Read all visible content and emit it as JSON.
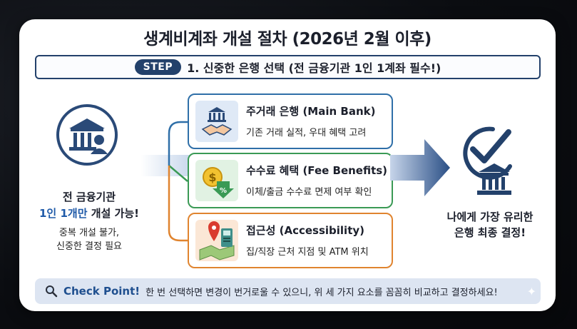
{
  "title": "생계비계좌 개설 절차 (2026년 2월 이후)",
  "step": {
    "badge": "STEP",
    "text": "1. 신중한 은행 선택 (전 금융기관 1인 1계좌 필수!)"
  },
  "left": {
    "line1": "전 금융기관",
    "line2_highlight": "1인 1개만",
    "line2_rest": " 개설 가능!",
    "line3": "중복 개설 불가,",
    "line4": "신중한 결정 필요"
  },
  "options": [
    {
      "title": "주거래 은행 (Main Bank)",
      "desc": "기존 거래 실적, 우대 혜택 고려",
      "icon": "bank-handshake-icon",
      "color": "#2f6fa8"
    },
    {
      "title": "수수료 혜택 (Fee Benefits)",
      "desc": "이체/출금 수수료 면제 여부 확인",
      "icon": "coin-discount-icon",
      "color": "#3a9a55"
    },
    {
      "title": "접근성 (Accessibility)",
      "desc": "집/직장 근처 지점 및 ATM 위치",
      "icon": "map-pin-atm-icon",
      "color": "#e0842f"
    }
  ],
  "right": {
    "line1": "나에게 가장 유리한",
    "line2": "은행 최종 결정!"
  },
  "checkpoint": {
    "label": "Check Point!",
    "text": "한 번 선택하면 변경이 번거로울 수 있으니, 위 세 가지 요소를 꼼꼼히 비교하고 결정하세요!"
  },
  "colors": {
    "navy": "#23416b",
    "accent_blue": "#1f5aa8",
    "green": "#3a9a55",
    "orange": "#e0842f"
  }
}
